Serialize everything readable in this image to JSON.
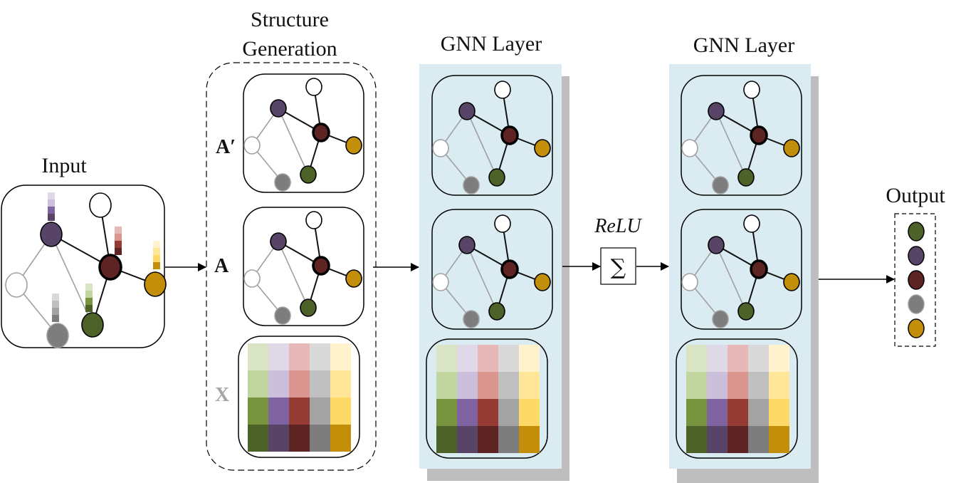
{
  "labels": {
    "input": "Input",
    "structure_line1": "Structure",
    "structure_line2": "Generation",
    "gnn1": "GNN Layer",
    "gnn2": "GNN Layer",
    "relu": "ReLU",
    "sum_symbol": "∑",
    "output": "Output",
    "a_prime": "A′",
    "a": "A",
    "x": "X"
  },
  "colors": {
    "purple": "#574466",
    "maroon": "#5e2323",
    "olive": "#4d6228",
    "gray": "#7d7d7d",
    "gold": "#c38e09",
    "panel_blue": "#daecf2",
    "shadow": "#bebebe",
    "edge_gray": "#a0a0a0",
    "edge_black": "#111111"
  },
  "nodes": [
    {
      "id": "white_top",
      "color": "white"
    },
    {
      "id": "purple",
      "color": "purple"
    },
    {
      "id": "maroon",
      "color": "maroon",
      "thick": true
    },
    {
      "id": "white_left",
      "color": "white",
      "gray_stroke": true
    },
    {
      "id": "gray",
      "color": "gray",
      "gray_stroke": true
    },
    {
      "id": "olive",
      "color": "olive"
    },
    {
      "id": "gold",
      "color": "gold"
    }
  ],
  "edges": [
    {
      "from": "purple",
      "to": "maroon",
      "style": "black"
    },
    {
      "from": "white_top",
      "to": "maroon",
      "style": "black"
    },
    {
      "from": "maroon",
      "to": "gold",
      "style": "black"
    },
    {
      "from": "maroon",
      "to": "olive",
      "style": "black"
    },
    {
      "from": "purple",
      "to": "white_left",
      "style": "gray"
    },
    {
      "from": "purple",
      "to": "olive",
      "style": "gray"
    },
    {
      "from": "white_left",
      "to": "gray",
      "style": "gray"
    }
  ],
  "feature_matrix": {
    "columns": [
      [
        "#d9e4c5",
        "#c1d69e",
        "#78943f",
        "#4d6228"
      ],
      [
        "#dfd8e6",
        "#cbbfdb",
        "#7e63a0",
        "#574466"
      ],
      [
        "#e6b8b7",
        "#da958f",
        "#963b34",
        "#5e2323"
      ],
      [
        "#d9d9d9",
        "#c0c0c0",
        "#a3a3a3",
        "#7d7d7d"
      ],
      [
        "#fff2cc",
        "#ffe699",
        "#ffd966",
        "#c38e09"
      ]
    ]
  },
  "input_bars": {
    "purple": [
      "#dfd8e6",
      "#cbbfdb",
      "#7e63a0",
      "#574466"
    ],
    "maroon": [
      "#e6b8b7",
      "#da958f",
      "#963b34",
      "#5e2323"
    ],
    "gold": [
      "#fff2cc",
      "#ffe699",
      "#ffd966",
      "#c38e09"
    ],
    "gray": [
      "#d9d9d9",
      "#c0c0c0",
      "#a3a3a3",
      "#7d7d7d"
    ],
    "olive": [
      "#d9e4c5",
      "#c1d69e",
      "#78943f",
      "#4d6228"
    ]
  },
  "output_nodes": [
    "olive",
    "purple",
    "maroon",
    "gray",
    "gold"
  ]
}
